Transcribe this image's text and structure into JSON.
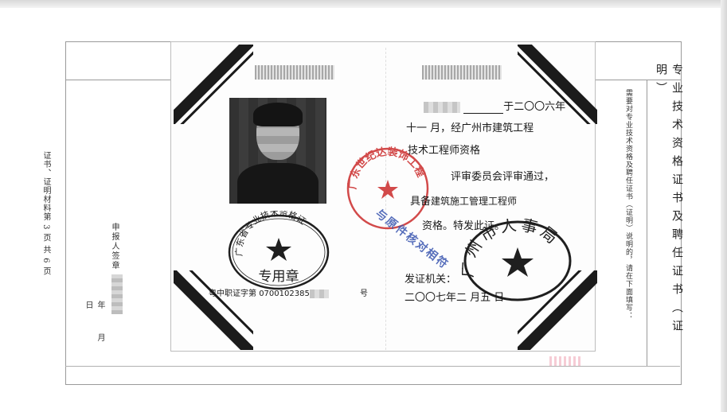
{
  "left_margin": {
    "page_note": "证书、证明材料第 3 页 共 6 页",
    "signer_label": "申报人签章",
    "date_labels": "年 月 日"
  },
  "right_margin": {
    "title": "专业技术资格证书及聘任证书（证明）",
    "instruction": "需要对专业技术资格及聘任证书（证明）说明的，请在下面填写："
  },
  "certificate": {
    "line1_date": "于二〇〇六年",
    "line2_month": "十一 月，经",
    "line2_org": "广州市建筑工程",
    "line3_org": "技术工程师资格",
    "line4": "评审委员会评审通过，",
    "line5_prefix": "具备",
    "line5_title": "建筑施工管理工程师",
    "line6": "资格。特发此证。",
    "issuer_label": "发证机关：",
    "issue_date": "二〇〇七年二  月五    日",
    "cert_no_prefix": "粤中职证字第",
    "cert_no": "0700102385",
    "cert_no_suffix": "号"
  },
  "seals": {
    "cert_seal_ring": "广东省专业技术资格证",
    "cert_seal_center": "专用章",
    "bureau_seal_ring": "广州市人事局",
    "red_seal_ring": "广东世纪达装饰工程",
    "blue_stamp": "与原件核对相符"
  },
  "colors": {
    "seal_ink": "#1f1f1f",
    "red_seal": "#d24a4a",
    "blue_stamp": "#3a56b0"
  }
}
